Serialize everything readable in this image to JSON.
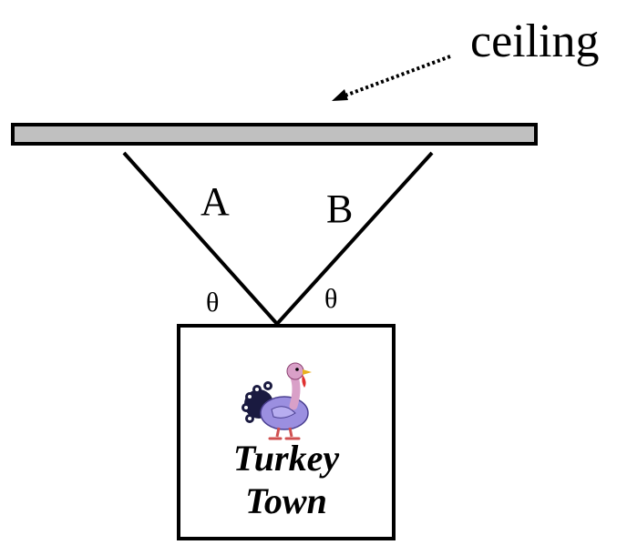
{
  "diagram": {
    "ceiling_label": "ceiling",
    "rope_a_label": "A",
    "rope_b_label": "B",
    "angle_left_label": "θ",
    "angle_right_label": "θ",
    "box_caption_line1": "Turkey",
    "box_caption_line2": "Town",
    "turkey_icon": "turkey-icon"
  },
  "colors": {
    "ceiling_fill": "#c0c0c0",
    "stroke": "#000000",
    "turkey_body": "#9b8fe0",
    "turkey_head": "#d9a0c8",
    "turkey_wattle": "#e03030",
    "turkey_beak": "#e8b020",
    "turkey_feet": "#d05050",
    "turkey_tail": "#1a1a40"
  }
}
